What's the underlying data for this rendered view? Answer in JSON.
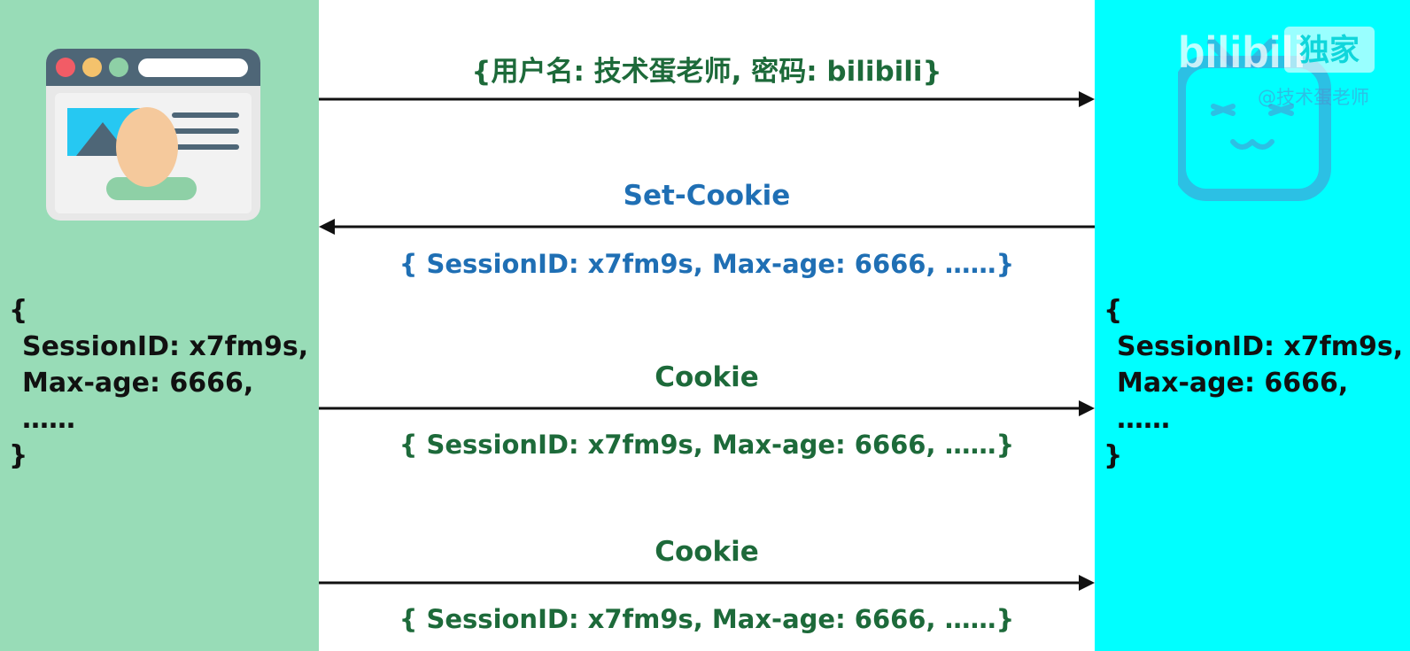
{
  "colors": {
    "client_panel": "#98dcb7",
    "server_panel": "#00ffff",
    "request_text": "#1d6a3a",
    "response_text": "#1f6fb4",
    "arrow": "#111111"
  },
  "client": {
    "icon": "browser-window-with-egg-icon",
    "session": {
      "open": "{",
      "line1": "SessionID: x7fm9s,",
      "line2": "Max-age: 6666,",
      "line3": "……",
      "close": "}"
    }
  },
  "server": {
    "watermark_brand": "bilibili",
    "watermark_badge": "独家",
    "watermark_author": "@技术蛋老师",
    "session": {
      "open": "{",
      "line1": "SessionID: x7fm9s,",
      "line2": "Max-age: 6666,",
      "line3": "……",
      "close": "}"
    }
  },
  "messages": [
    {
      "direction": "client-to-server",
      "top_label": "{用户名: 技术蛋老师, 密码: bilibili}",
      "bottom_label": ""
    },
    {
      "direction": "server-to-client",
      "top_label": "Set-Cookie",
      "bottom_label": "{ SessionID: x7fm9s, Max-age: 6666, ……}"
    },
    {
      "direction": "client-to-server",
      "top_label": "Cookie",
      "bottom_label": "{ SessionID: x7fm9s, Max-age: 6666, ……}"
    },
    {
      "direction": "client-to-server",
      "top_label": "Cookie",
      "bottom_label": "{ SessionID: x7fm9s, Max-age: 6666, ……}"
    }
  ]
}
